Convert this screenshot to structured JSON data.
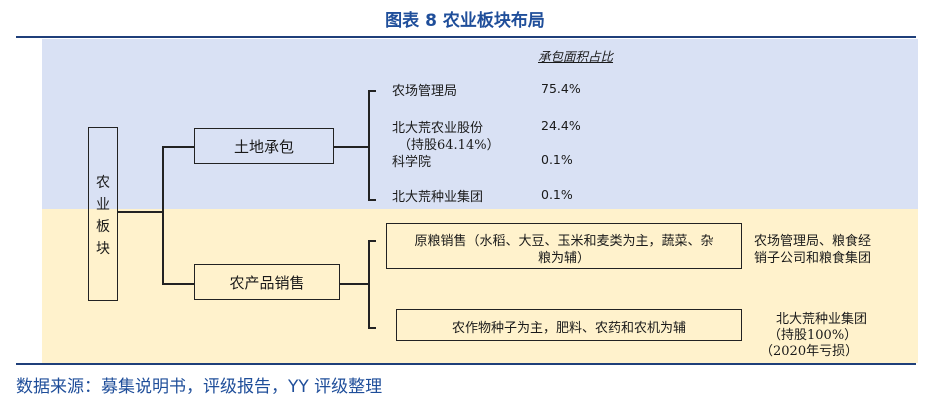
{
  "title": "图表 8 农业板块布局",
  "column_header": "承包面积占比",
  "root": {
    "label_chars": [
      "农",
      "业",
      "板",
      "块"
    ]
  },
  "land": {
    "label": "土地承包",
    "entities": [
      {
        "name": "农场管理局",
        "share": "75.4%"
      },
      {
        "name": "北大荒农业股份",
        "sub": "（持股64.14%）",
        "share": "24.4%"
      },
      {
        "name": "科学院",
        "share": "0.1%"
      },
      {
        "name": "北大荒种业集团",
        "share": "0.1%"
      }
    ]
  },
  "sales": {
    "label": "农产品销售",
    "items": [
      {
        "desc_line1": "原粮销售（水稻、大豆、玉米和麦类为主，蔬菜、杂",
        "desc_line2": "粮为辅）",
        "entity_line1": "农场管理局、粮食经",
        "entity_line2": "销子公司和粮食集团"
      },
      {
        "desc_line1": "农作物种子为主，肥料、农药和农机为辅",
        "entity_line1": "北大荒种业集团",
        "entity_line2": "（持股100%）",
        "entity_line3": "（2020年亏损）"
      }
    ]
  },
  "source": "数据来源：募集说明书，评级报告，YY 评级整理"
}
